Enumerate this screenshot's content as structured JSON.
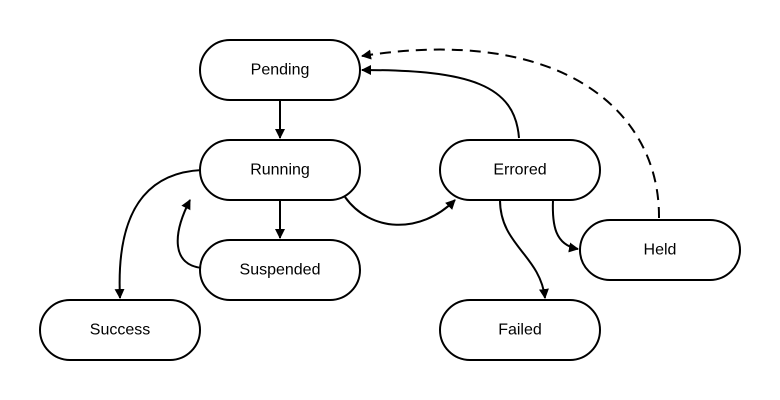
{
  "diagram": {
    "type": "state-machine",
    "colors": {
      "stroke": "#000000",
      "fill": "#ffffff",
      "text": "#000000"
    },
    "nodes": {
      "pending": {
        "label": "Pending"
      },
      "running": {
        "label": "Running"
      },
      "errored": {
        "label": "Errored"
      },
      "suspended": {
        "label": "Suspended"
      },
      "held": {
        "label": "Held"
      },
      "success": {
        "label": "Success"
      },
      "failed": {
        "label": "Failed"
      }
    },
    "edges": [
      {
        "from": "pending",
        "to": "running",
        "style": "solid"
      },
      {
        "from": "running",
        "to": "success",
        "style": "solid"
      },
      {
        "from": "running",
        "to": "suspended",
        "style": "solid"
      },
      {
        "from": "suspended",
        "to": "running",
        "style": "solid"
      },
      {
        "from": "running",
        "to": "errored",
        "style": "solid"
      },
      {
        "from": "errored",
        "to": "pending",
        "style": "solid"
      },
      {
        "from": "errored",
        "to": "failed",
        "style": "solid"
      },
      {
        "from": "errored",
        "to": "held",
        "style": "solid"
      },
      {
        "from": "held",
        "to": "pending",
        "style": "dashed"
      }
    ]
  }
}
